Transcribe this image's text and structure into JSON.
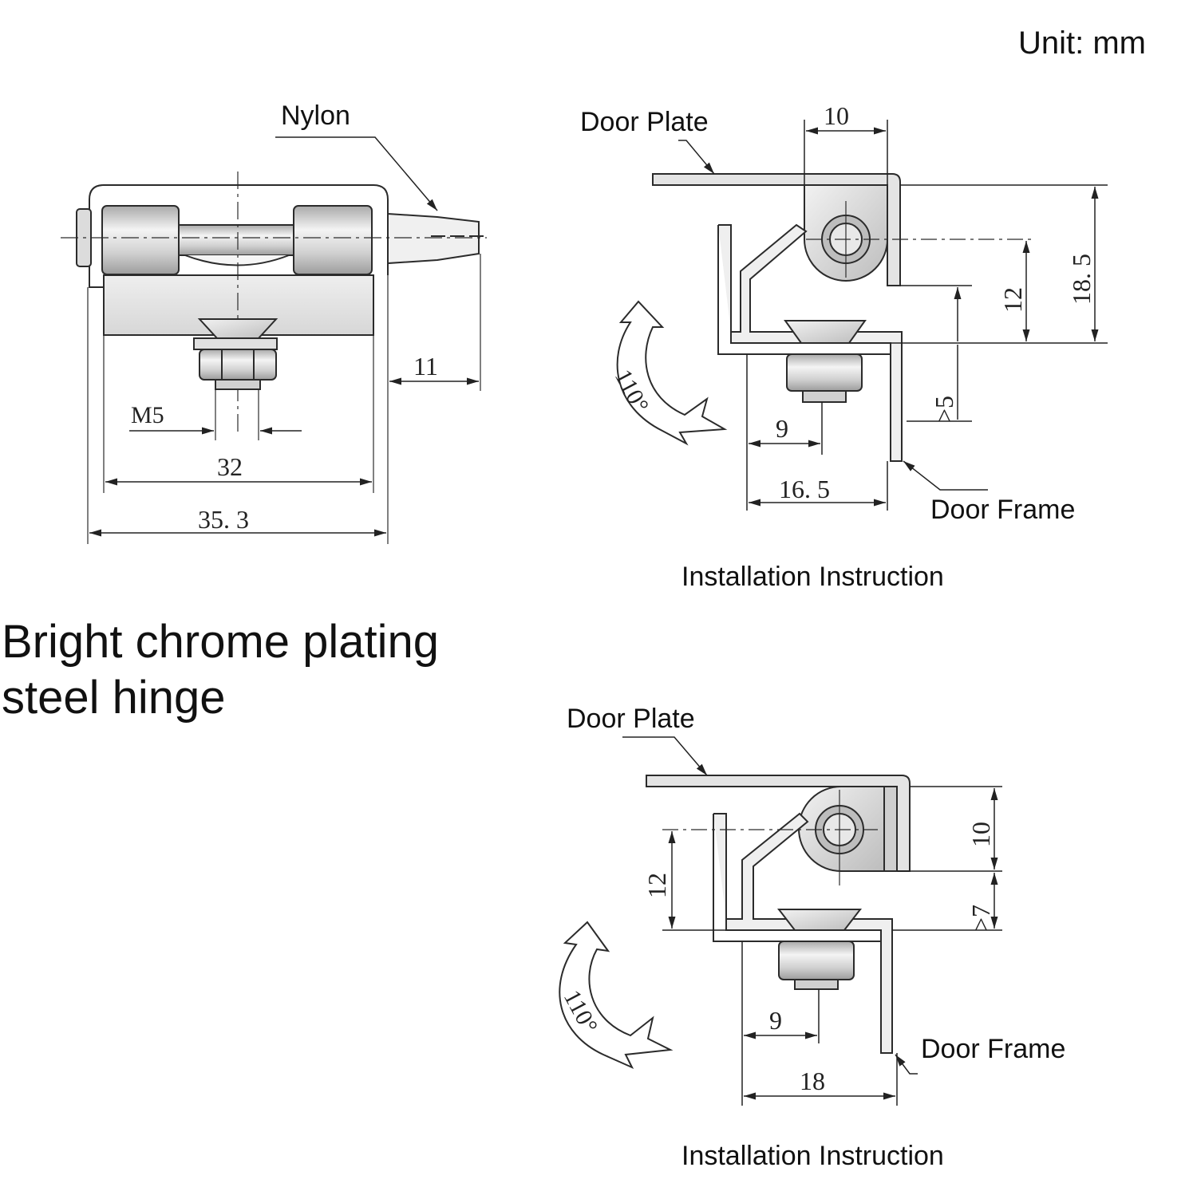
{
  "unit": "Unit: mm",
  "title": "Bright chrome plating steel hinge",
  "front_view": {
    "callout_nylon": "Nylon",
    "dim_thread": "M5",
    "dim_width_inner": "32",
    "dim_width_outer": "35. 3",
    "dim_pin": "11"
  },
  "install_top": {
    "callout_door_plate": "Door Plate",
    "callout_door_frame": "Door Frame",
    "caption": "Installation Instruction",
    "dim_top": "10",
    "dim_height": "18. 5",
    "dim_pivot": "12",
    "dim_gap": ">5",
    "dim_offset": "9",
    "dim_depth": "16. 5",
    "angle": "110°"
  },
  "install_bottom": {
    "callout_door_plate": "Door Plate",
    "callout_door_frame": "Door Frame",
    "caption": "Installation Instruction",
    "dim_top": "10",
    "dim_gap": ">7",
    "dim_pivot": "12",
    "dim_offset": "9",
    "dim_depth": "18",
    "angle": "110°"
  },
  "colors": {
    "line": "#2b2b2b",
    "metal_light": "#e6e6e6",
    "metal_mid": "#c9c9c9",
    "metal_dark": "#9a9a9a"
  }
}
